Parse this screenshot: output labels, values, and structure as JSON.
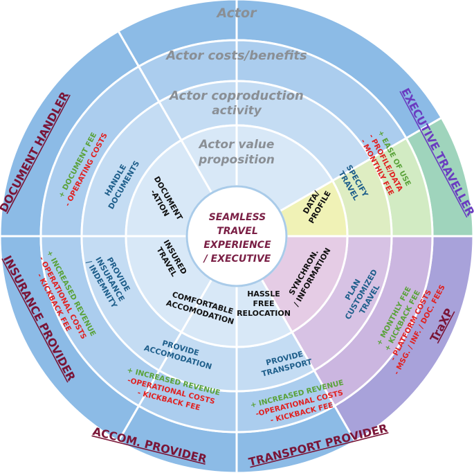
{
  "rings": {
    "actor": "Actor",
    "costs": "Actor costs/benefits",
    "coproduction_1": "Actor coproduction",
    "coproduction_2": "activity",
    "value_1": "Actor value",
    "value_2": "proposition"
  },
  "center": {
    "line1": "SEAMLESS",
    "line2": "TRAVEL",
    "line3": "EXPERIENCE",
    "line4": "/ EXECUTIVE"
  },
  "actors": {
    "document_handler": "DOCUMENT HANDLER",
    "executive_traveller": "EXECUTIVE TRAVELLER",
    "insurance_provider": "INSURANCE PROVIDER",
    "traxp": "TraXP",
    "accom_provider": "ACCOM. PROVIDER",
    "transport_provider": "TRANSPORT PROVIDER"
  },
  "value_props": {
    "documentation_1": "DOCUMENT",
    "documentation_2": "-ATION",
    "data_1": "DATA/",
    "data_2": "PROFILE",
    "insured_1": "INSURED",
    "insured_2": "TRAVEL",
    "synch_1": "SYNCHRON.",
    "synch_2": "/ INFORMATION",
    "comfort_1": "COMFORTABLE",
    "comfort_2": "ACCOMODATION",
    "hassle_1": "HASSLE",
    "hassle_2": "FREE",
    "hassle_3": "RELOCATION"
  },
  "activities": {
    "handle_1": "HANDLE",
    "handle_2": "DOCUMENTS",
    "specify_1": "SPECIFY",
    "specify_2": "TRAVEL",
    "provide_ins_1": "PROVIDE",
    "provide_ins_2": "INSURANCE",
    "provide_ins_3": "/ INDEMNITY",
    "plan_1": "PLAN",
    "plan_2": "CUSTOMIZED",
    "plan_3": "TRAVEL",
    "accom_1": "PROVIDE",
    "accom_2": "ACCOMODATION",
    "transport_1": "PROVIDE",
    "transport_2": "TRANSPORT"
  },
  "costs": {
    "doc_plus": "+ DOCUMENT FEE",
    "doc_minus": "- OPERATING COSTS",
    "exec_plus": "+ EASE OF USE",
    "exec_minus1": "- PROFILE/DATA",
    "exec_minus2": "- MONTHLY FEE",
    "ins_plus": "+ INCREASED REVENUE",
    "ins_minus1": "- OPERATIONAL COSTS",
    "ins_minus2": "- KICKBACK FEE",
    "trax_plus1": "+ MONTHLY FEE",
    "trax_plus2": "+ KICKBACK FEE",
    "trax_minus1": "- PLATFORM COSTS",
    "trax_minus2": "- MSG. / INF. / DOC. FEES",
    "acc_plus": "+ INCREASED REVENUE",
    "acc_minus1": "-OPERATIONAL COSTS",
    "acc_minus2": "- KICKBACK FEE",
    "tr_plus": "+ INCREASED REVENUE",
    "tr_minus1": "-OPERATIONAL COSTS",
    "tr_minus2": "- KICKBACK FEE"
  },
  "colors": {
    "outer": "#8cbbe6",
    "costs_ring": "#abcdee",
    "coprod_ring": "#c4dcf3",
    "value_ring": "#d8e8f7",
    "exec_outer": "#9fd4bc",
    "exec_costs": "#d2ebc3",
    "exec_coprod": "#deedc2",
    "exec_value": "#f0f2b6",
    "trax_outer": "#a8a2da",
    "trax_costs": "#cbb6e0",
    "trax_coprod": "#d7c2e4",
    "trax_value": "#e5cce5",
    "center_fill": "#ffffff",
    "center_stroke": "#a9cbe9"
  }
}
